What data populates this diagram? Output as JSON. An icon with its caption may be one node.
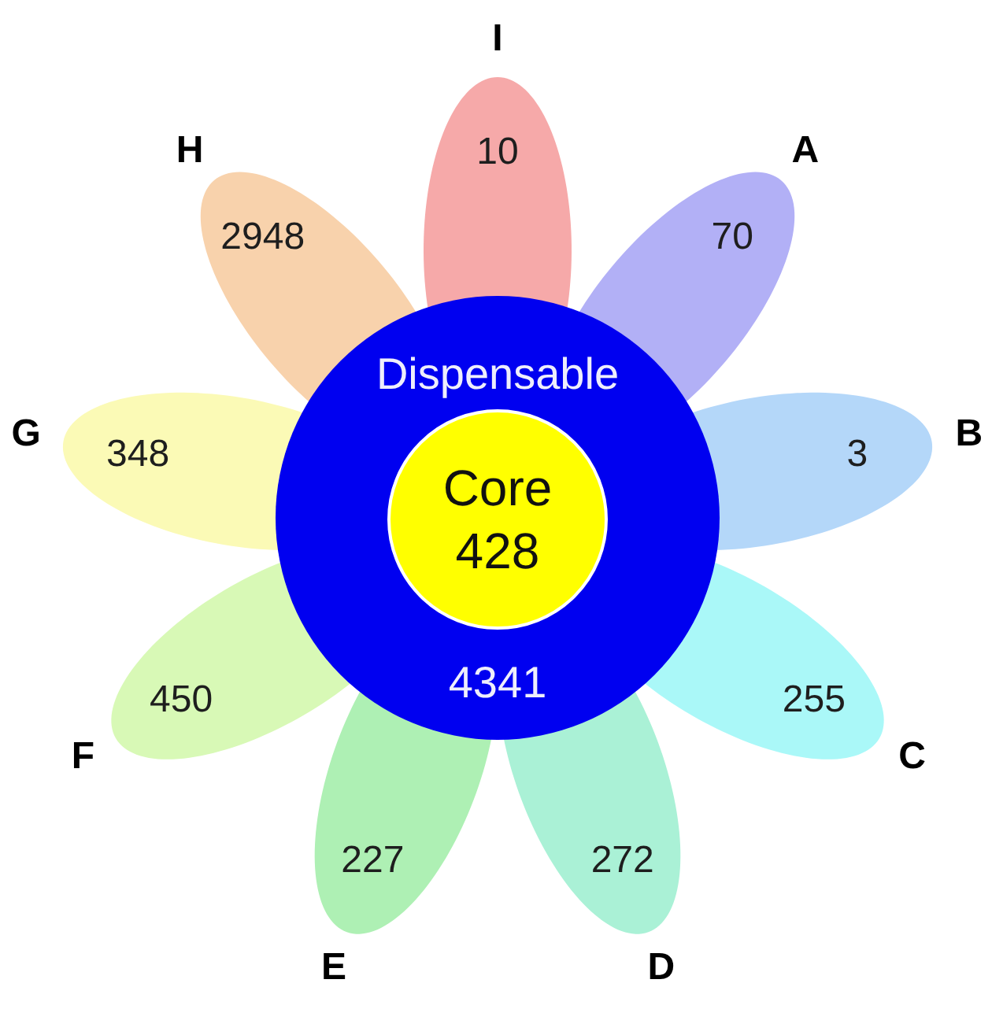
{
  "diagram": {
    "nodes": [
      {
        "text": [
          "10"
        ],
        "beside": [
          "I"
        ]
      },
      {
        "text": [
          "70"
        ],
        "beside": [
          "A"
        ]
      },
      {
        "text": [
          "3"
        ],
        "beside": [
          "B"
        ]
      },
      {
        "text": [
          "255"
        ],
        "beside": [
          "C"
        ]
      },
      {
        "text": [
          "272"
        ],
        "beside": [
          "D"
        ]
      },
      {
        "text": [
          "227"
        ],
        "beside": [
          "E"
        ]
      },
      {
        "text": [
          "450"
        ],
        "beside": [
          "F"
        ]
      },
      {
        "text": [
          "348"
        ],
        "beside": [
          "G"
        ]
      },
      {
        "text": [
          "2948"
        ],
        "beside": [
          "H"
        ]
      },
      {
        "text": [
          "Dispensable",
          "4341"
        ]
      },
      {
        "text": [
          "Core",
          "428"
        ],
        "in": 9
      }
    ]
  }
}
